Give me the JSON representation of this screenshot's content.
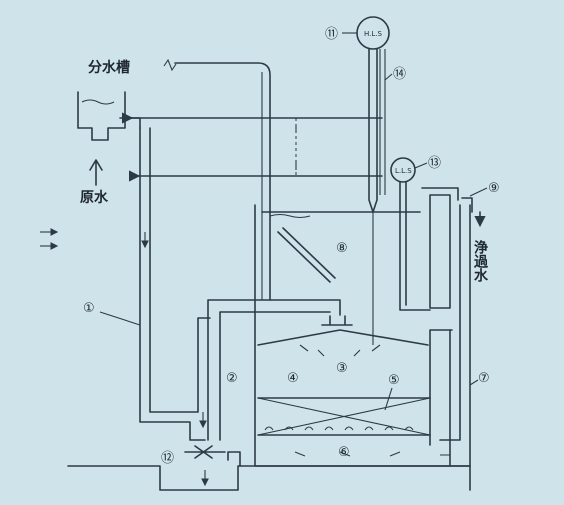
{
  "labels": {
    "distribution_tank": "分水槽",
    "raw_water": "原水",
    "filtered_water": "浄過水",
    "gauge_hls": "H.L.S",
    "gauge_lls": "L.L.S"
  },
  "numbers": [
    "①",
    "②",
    "③",
    "④",
    "⑤",
    "⑥",
    "⑦",
    "⑧",
    "⑨",
    "⑫",
    "⑬",
    "⑭",
    "⑪"
  ]
}
